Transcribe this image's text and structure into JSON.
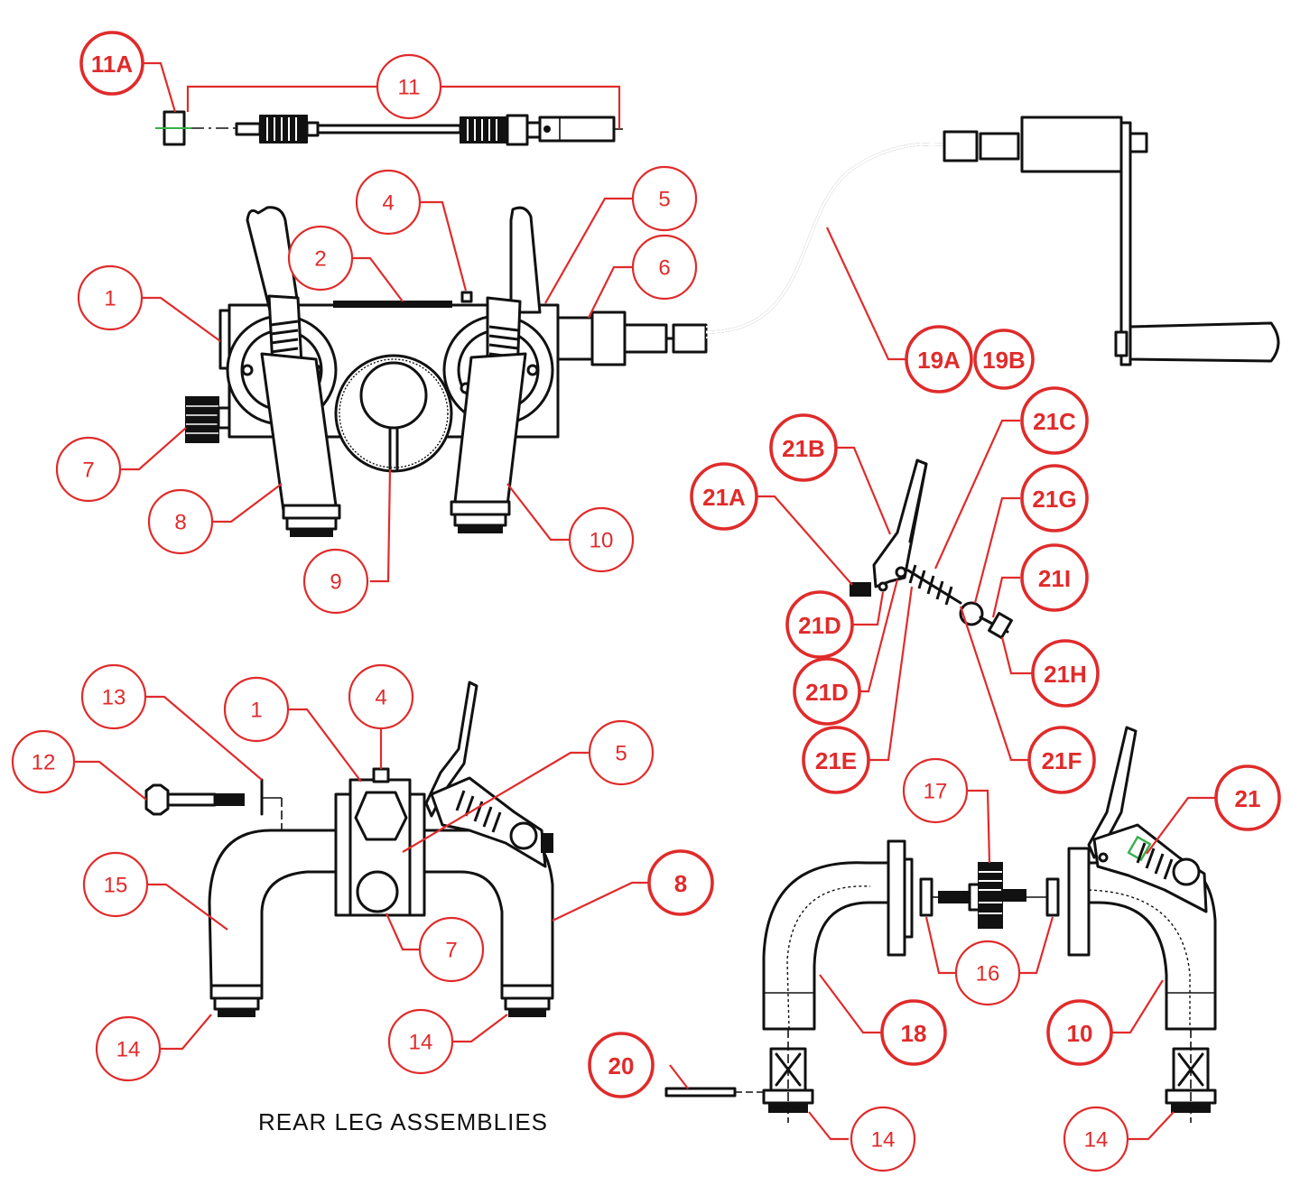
{
  "caption": "REAR LEG ASSEMBLIES",
  "colors": {
    "callout": "#e02b2b",
    "line": "#111111",
    "accent": "#36b04a"
  },
  "callouts": [
    {
      "id": "c-11a",
      "label": "11A",
      "bold": true
    },
    {
      "id": "c-11",
      "label": "11",
      "bold": false
    },
    {
      "id": "c-4-top",
      "label": "4",
      "bold": false
    },
    {
      "id": "c-5-top",
      "label": "5",
      "bold": false
    },
    {
      "id": "c-2",
      "label": "2",
      "bold": false
    },
    {
      "id": "c-6",
      "label": "6",
      "bold": false
    },
    {
      "id": "c-1-top",
      "label": "1",
      "bold": false
    },
    {
      "id": "c-19a",
      "label": "19A",
      "bold": true
    },
    {
      "id": "c-19b",
      "label": "19B",
      "bold": true
    },
    {
      "id": "c-7-top",
      "label": "7",
      "bold": false
    },
    {
      "id": "c-8-top",
      "label": "8",
      "bold": false
    },
    {
      "id": "c-9",
      "label": "9",
      "bold": false
    },
    {
      "id": "c-10-top",
      "label": "10",
      "bold": false
    },
    {
      "id": "c-21c",
      "label": "21C",
      "bold": true
    },
    {
      "id": "c-21b",
      "label": "21B",
      "bold": true
    },
    {
      "id": "c-21a",
      "label": "21A",
      "bold": true
    },
    {
      "id": "c-21g",
      "label": "21G",
      "bold": true
    },
    {
      "id": "c-21i",
      "label": "21I",
      "bold": true
    },
    {
      "id": "c-21d-1",
      "label": "21D",
      "bold": true
    },
    {
      "id": "c-21h",
      "label": "21H",
      "bold": true
    },
    {
      "id": "c-21d-2",
      "label": "21D",
      "bold": true
    },
    {
      "id": "c-21e",
      "label": "21E",
      "bold": true
    },
    {
      "id": "c-21f",
      "label": "21F",
      "bold": true
    },
    {
      "id": "c-13",
      "label": "13",
      "bold": false
    },
    {
      "id": "c-1-bot",
      "label": "1",
      "bold": false
    },
    {
      "id": "c-4-bot",
      "label": "4",
      "bold": false
    },
    {
      "id": "c-5-bot",
      "label": "5",
      "bold": false
    },
    {
      "id": "c-12",
      "label": "12",
      "bold": false
    },
    {
      "id": "c-17",
      "label": "17",
      "bold": false
    },
    {
      "id": "c-21",
      "label": "21",
      "bold": true
    },
    {
      "id": "c-15",
      "label": "15",
      "bold": false
    },
    {
      "id": "c-8-bot",
      "label": "8",
      "bold": true
    },
    {
      "id": "c-7-bot",
      "label": "7",
      "bold": false
    },
    {
      "id": "c-16",
      "label": "16",
      "bold": false
    },
    {
      "id": "c-18",
      "label": "18",
      "bold": true
    },
    {
      "id": "c-10-bot",
      "label": "10",
      "bold": true
    },
    {
      "id": "c-14-a",
      "label": "14",
      "bold": false
    },
    {
      "id": "c-14-b",
      "label": "14",
      "bold": false
    },
    {
      "id": "c-20",
      "label": "20",
      "bold": true
    },
    {
      "id": "c-14-c",
      "label": "14",
      "bold": false
    },
    {
      "id": "c-14-d",
      "label": "14",
      "bold": false
    }
  ]
}
